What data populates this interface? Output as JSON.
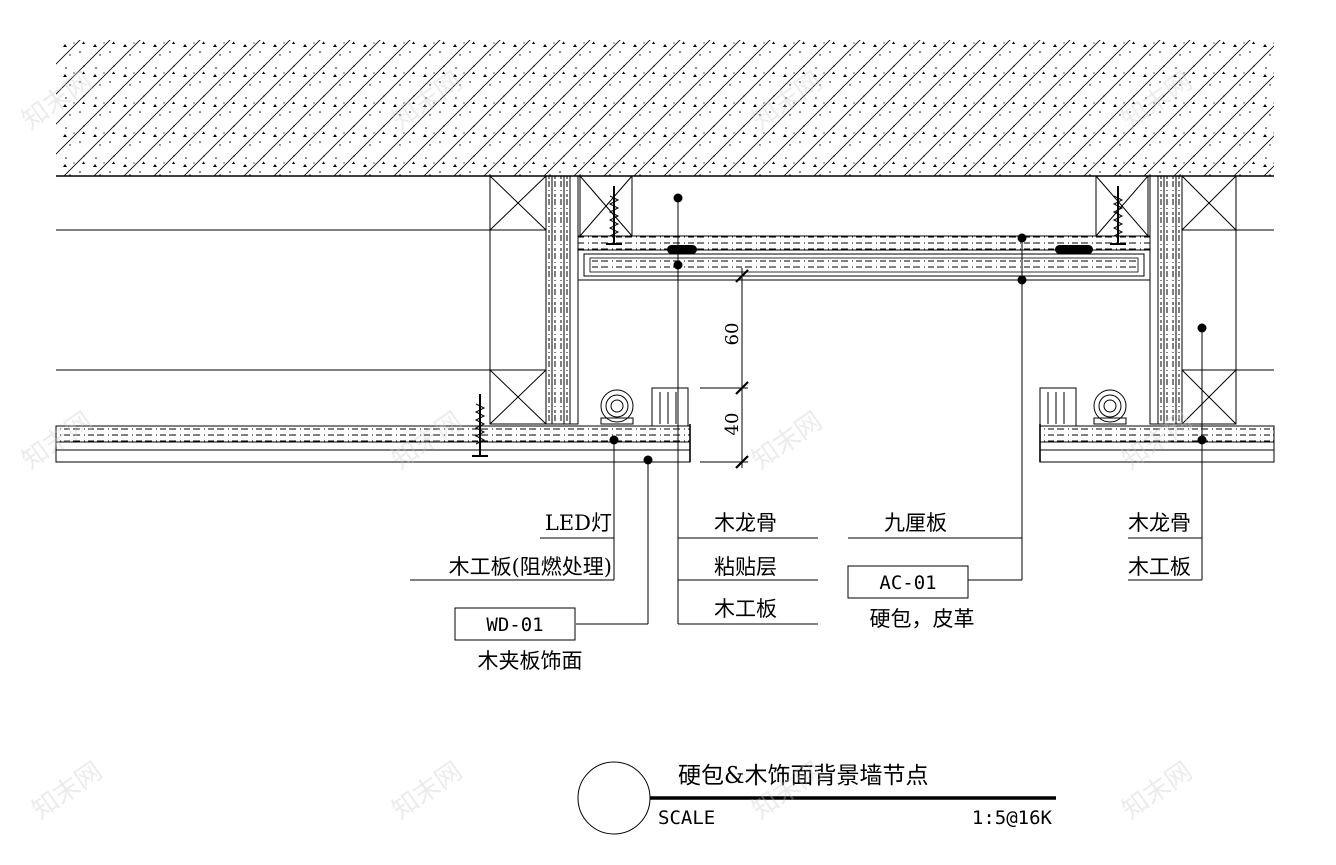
{
  "title": "硬包&木饰面背景墙节点",
  "scale": {
    "label": "SCALE",
    "value": "1:5@16K"
  },
  "dimensions": {
    "upper": "60",
    "lower": "40"
  },
  "labels": {
    "led_light": "LED灯",
    "blockboard_fr": "木工板(阻燃处理)",
    "wood_keel_center": "木龙骨",
    "adhesive_layer": "粘贴层",
    "blockboard_center": "木工板",
    "plywood_9mm": "九厘板",
    "wood_keel_right": "木龙骨",
    "blockboard_right": "木工板"
  },
  "tags": {
    "wd": {
      "code": "WD-01",
      "desc": "木夹板饰面"
    },
    "ac": {
      "code": "AC-01",
      "desc": "硬包，皮革"
    }
  },
  "watermark": "知末网"
}
